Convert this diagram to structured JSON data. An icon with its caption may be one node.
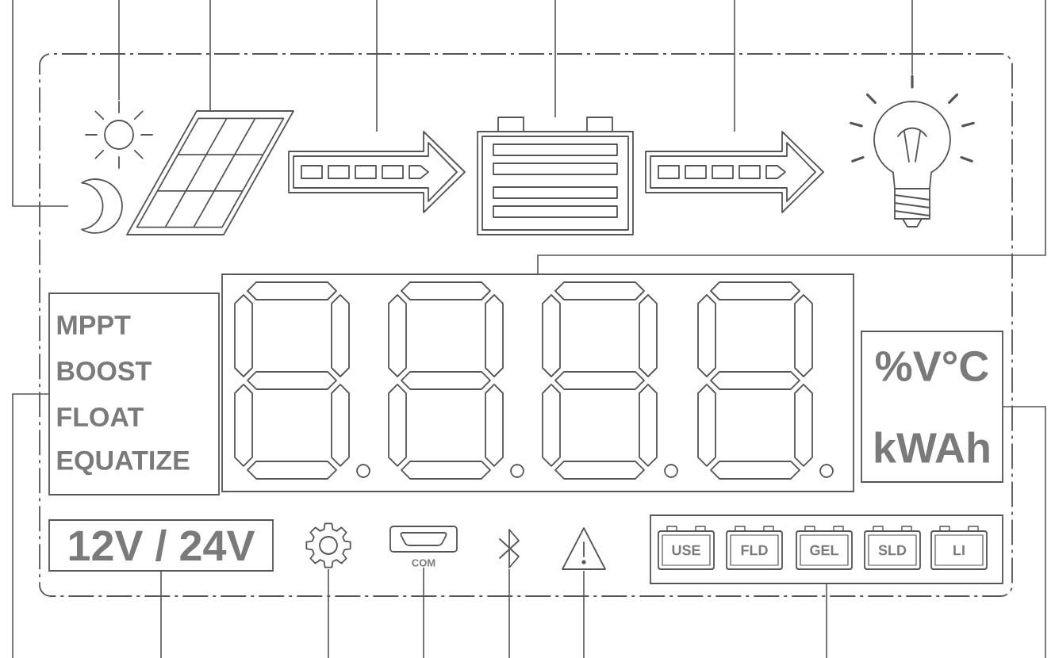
{
  "diagram": {
    "nodes": [
      {
        "text": [],
        "shape": "box"
      },
      {
        "text": [],
        "shape": "picture",
        "in": 0
      },
      {
        "text": [],
        "shape": "picture",
        "in": 0
      },
      {
        "text": [],
        "shape": "picture",
        "in": 0
      },
      {
        "text": [],
        "shape": "arrow",
        "in": 0
      },
      {
        "text": [],
        "shape": "picture",
        "in": 0
      },
      {
        "text": [],
        "shape": "arrow",
        "in": 0
      },
      {
        "text": [],
        "shape": "picture",
        "in": 0
      },
      {
        "text": [
          "MPPT",
          "BOOST",
          "FLOAT",
          "EQUATIZE"
        ],
        "in": 0
      },
      {
        "text": [],
        "shape": "box",
        "in": 0
      },
      {
        "text": [
          "%V°C",
          "kWAh"
        ],
        "in": 0
      },
      {
        "text": [
          "12V / 24V"
        ],
        "in": 0
      },
      {
        "text": [],
        "shape": "picture",
        "in": 0
      },
      {
        "text": [
          "COM"
        ],
        "in": 0
      },
      {
        "text": [],
        "shape": "picture",
        "in": 0
      },
      {
        "text": [],
        "shape": "picture",
        "in": 0
      },
      {
        "text": [],
        "shape": "box",
        "in": 0
      },
      {
        "text": [
          "USE"
        ],
        "in": 16
      },
      {
        "text": [
          "FLD"
        ],
        "in": 16
      },
      {
        "text": [
          "GEL"
        ],
        "in": 16
      },
      {
        "text": [
          "SLD"
        ],
        "in": 16
      },
      {
        "text": [
          "LI"
        ],
        "in": 16
      }
    ],
    "edges": [
      {
        "from": null,
        "to": 1,
        "arrow": "none"
      },
      {
        "from": null,
        "to": 2,
        "arrow": "none"
      },
      {
        "from": null,
        "to": 3,
        "arrow": "none"
      },
      {
        "from": null,
        "to": 4,
        "arrow": "none"
      },
      {
        "from": null,
        "to": 5,
        "arrow": "none"
      },
      {
        "from": null,
        "to": 6,
        "arrow": "none"
      },
      {
        "from": null,
        "to": 7,
        "arrow": "none"
      },
      {
        "from": null,
        "to": 8,
        "arrow": "none"
      },
      {
        "from": null,
        "to": 9,
        "arrow": "none"
      },
      {
        "from": null,
        "to": 10,
        "arrow": "none"
      },
      {
        "from": null,
        "to": 11,
        "arrow": "none"
      },
      {
        "from": null,
        "to": 12,
        "arrow": "none"
      },
      {
        "from": null,
        "to": 13,
        "arrow": "none"
      },
      {
        "from": null,
        "to": 14,
        "arrow": "none"
      },
      {
        "from": null,
        "to": 15,
        "arrow": "none"
      },
      {
        "from": null,
        "to": 16,
        "arrow": "none"
      }
    ]
  }
}
